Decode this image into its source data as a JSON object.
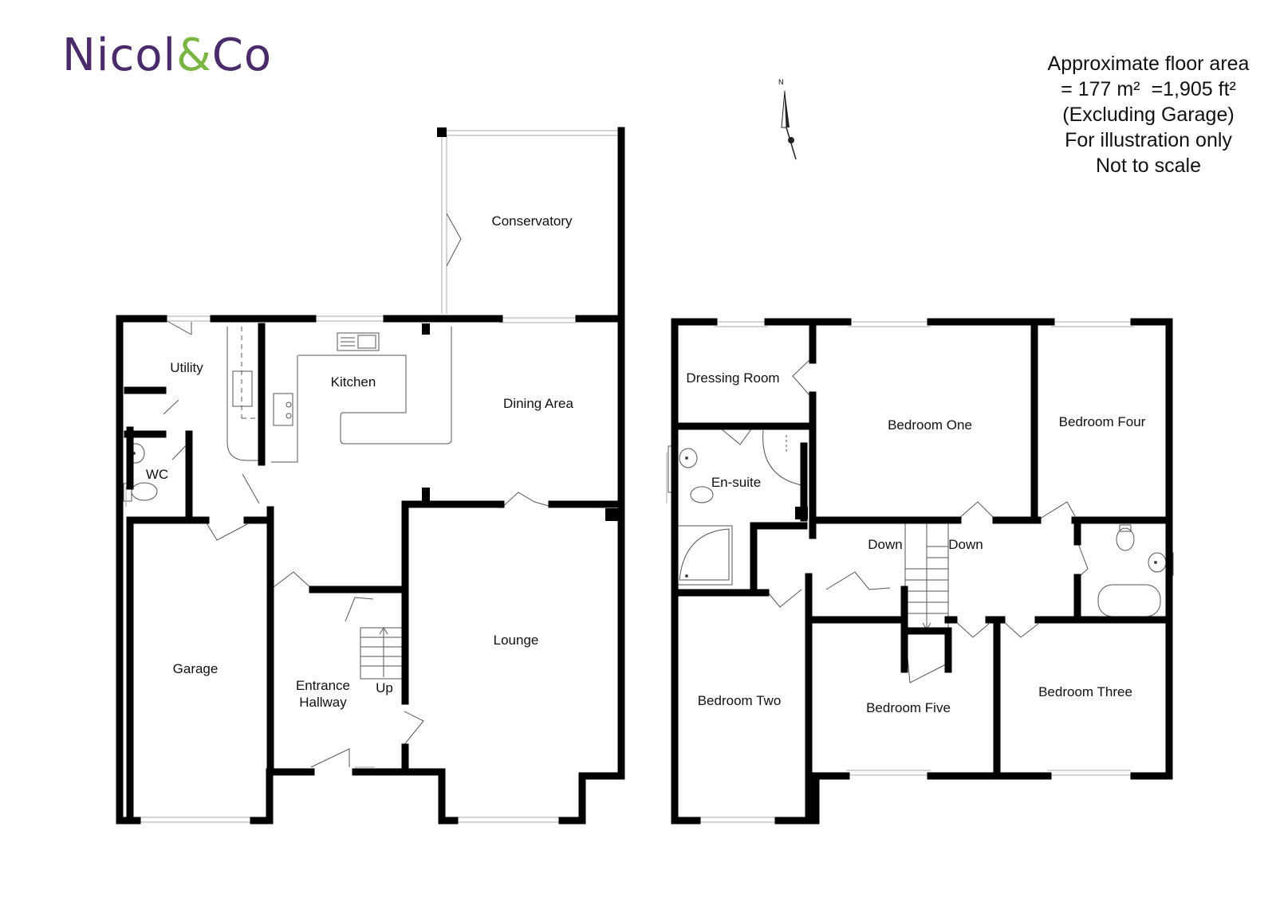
{
  "brand": {
    "name_part1": "Nicol",
    "name_amp": "&",
    "name_part2": "Co",
    "primary_color": "#4a2a6a",
    "accent_color": "#7ab541"
  },
  "info": {
    "line1": "Approximate floor area",
    "area_m2": "= 177 m²",
    "area_ft2": "=1,905 ft²",
    "line3": "(Excluding Garage)",
    "line4": "For illustration only",
    "line5": "Not to scale"
  },
  "compass": {
    "label": "N"
  },
  "ground_floor": {
    "rooms": {
      "conservatory": "Conservatory",
      "utility": "Utility",
      "kitchen": "Kitchen",
      "dining": "Dining Area",
      "wc": "WC",
      "garage": "Garage",
      "entrance_1": "Entrance",
      "entrance_2": "Hallway",
      "up": "Up",
      "lounge": "Lounge"
    }
  },
  "first_floor": {
    "rooms": {
      "dressing": "Dressing Room",
      "bedroom_one": "Bedroom One",
      "bedroom_four": "Bedroom Four",
      "ensuite": "En-suite",
      "down_1": "Down",
      "down_2": "Down",
      "bedroom_two": "Bedroom Two",
      "bedroom_five": "Bedroom Five",
      "bedroom_three": "Bedroom Three"
    }
  }
}
